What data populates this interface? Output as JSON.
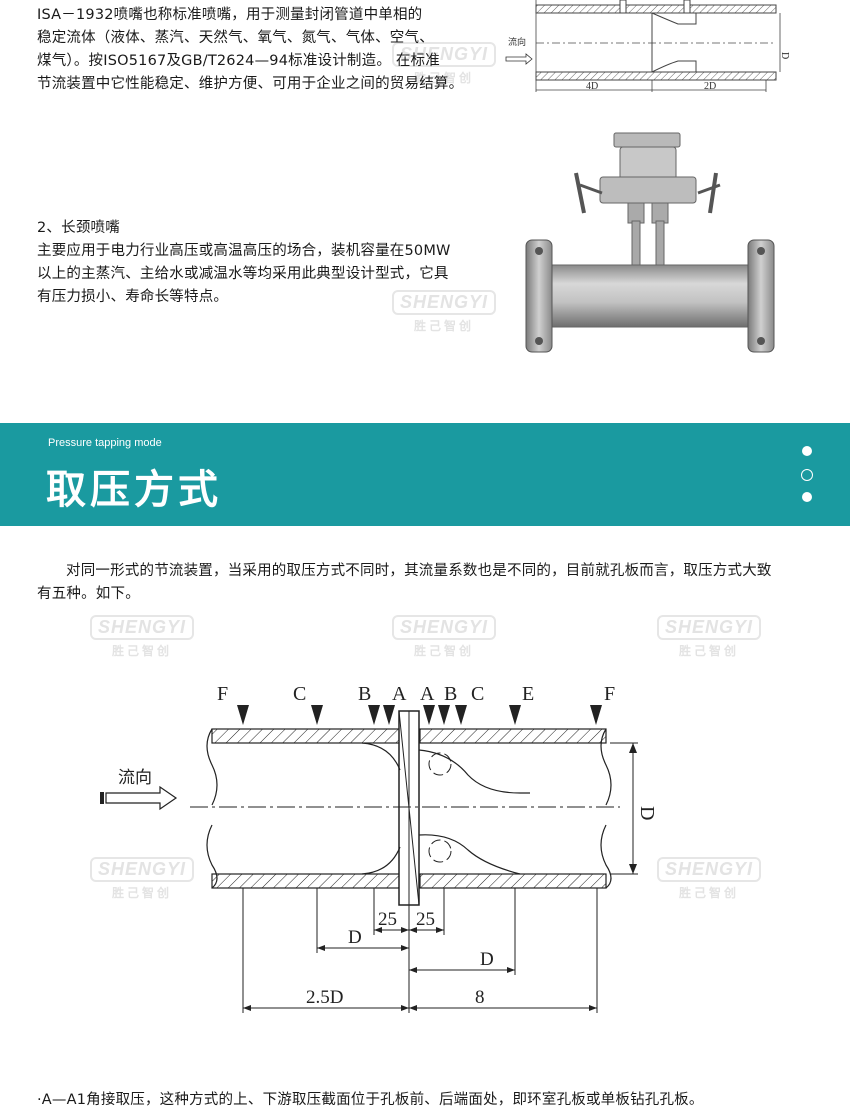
{
  "intro": {
    "lines": [
      "ISA－1932喷嘴也称标准喷嘴，用于测量封闭管道中单相的",
      "稳定流体（液体、蒸汽、天然气、氧气、氮气、气体、空气、",
      "煤气）。按ISO5167及GB/T2624—94标准设计制造。 在标准",
      "节流装置中它性能稳定、维护方便、可用于企业之间的贸易结算。"
    ]
  },
  "nozzle_diagram": {
    "flow_label": "流向",
    "dim_upstream": "4D",
    "dim_downstream": "2D",
    "dim_diameter": "D"
  },
  "section2": {
    "heading": "2、长颈喷嘴",
    "lines": [
      "主要应用于电力行业高压或高温高压的场合，装机容量在50MW",
      "以上的主蒸汽、主给水或减温水等均采用此典型设计型式，它具",
      "有压力损小、寿命长等特点。"
    ]
  },
  "banner": {
    "subtitle": "Pressure tapping mode",
    "title": "取压方式",
    "color": "#1a9aa0"
  },
  "description": {
    "line1": "对同一形式的节流装置，当采用的取压方式不同时，其流量系数也是不同的，目前就孔板而言，取压方式大致",
    "line2": "有五种。如下。"
  },
  "tapping_diagram": {
    "top_labels": [
      "F",
      "C",
      "B",
      "A",
      "A",
      "B",
      "C",
      "E",
      "F"
    ],
    "flow_label": "流向",
    "dim_diameter": "D",
    "dim_25_left": "25",
    "dim_25_right": "25",
    "dim_D_left": "D",
    "dim_D_right": "D",
    "dim_25D": "2.5D",
    "dim_8": "8"
  },
  "footnote": "·A—A1角接取压，这种方式的上、下游取压截面位于孔板前、后端面处，即环室孔板或单板钻孔孔板。",
  "watermark": {
    "en": "SHENGYI",
    "cn": "胜己智创"
  }
}
